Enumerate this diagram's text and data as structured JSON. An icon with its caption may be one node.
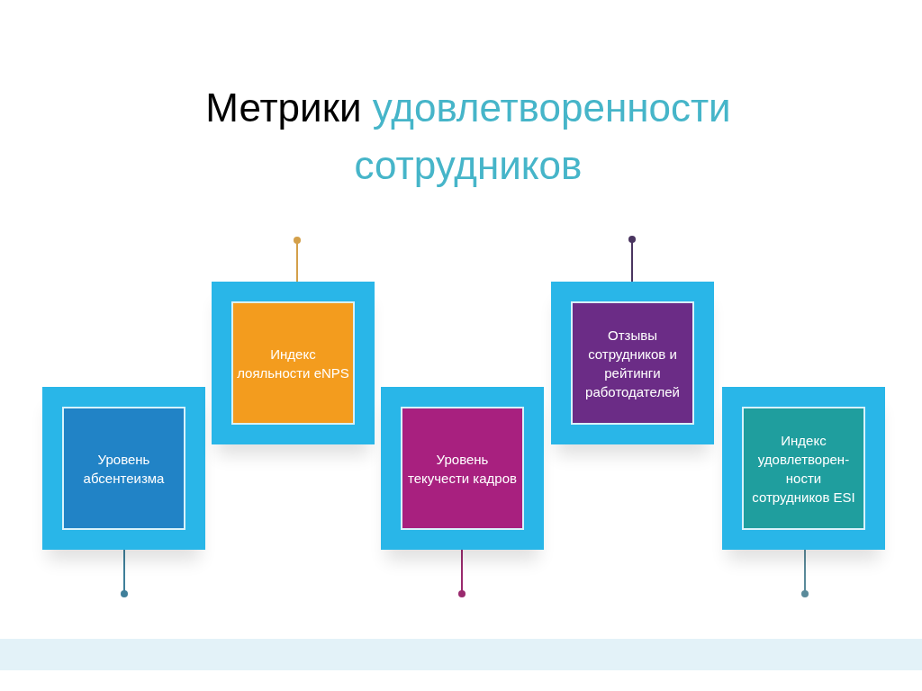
{
  "diagram": {
    "title": "Метрики удовлетворенности сотрудников",
    "nodes": [
      {
        "text": [],
        "shape": "box"
      },
      {
        "text": [
          "Уровень абсентеизма"
        ],
        "in": 0
      },
      {
        "text": [],
        "shape": "box"
      },
      {
        "text": [
          "Индекс лояльности eNPS"
        ],
        "in": 2
      },
      {
        "text": [],
        "shape": "box"
      },
      {
        "text": [
          "Уровень текучести кадров"
        ],
        "in": 4
      },
      {
        "text": [],
        "shape": "box"
      },
      {
        "text": [
          "Отзывы сотрудников и рейтинги работодателей"
        ],
        "in": 6
      },
      {
        "text": [],
        "shape": "box"
      },
      {
        "text": [
          "Индекс удовлетворен- ности сотрудников ESI"
        ],
        "in": 8
      }
    ],
    "edges": [
      {
        "from": 0,
        "to": null,
        "arrow": "other",
        "color": "#3f7f9a"
      },
      {
        "from": 2,
        "to": null,
        "arrow": "other",
        "color": "#d4a04a"
      },
      {
        "from": 4,
        "to": null,
        "arrow": "other",
        "color": "#9a2a6e"
      },
      {
        "from": 6,
        "to": null,
        "arrow": "other",
        "color": "#4a3560"
      },
      {
        "from": 8,
        "to": null,
        "arrow": "other",
        "color": "#5a8a9a"
      }
    ]
  }
}
